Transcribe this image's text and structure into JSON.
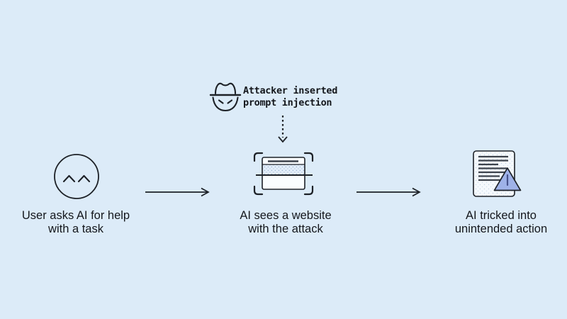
{
  "diagram_title": "prompt-injection-attack-flow",
  "colors": {
    "background": "#dcebf8",
    "ink": "#1d2127",
    "warning_triangle_fill": "#9fb2e8",
    "paper_fill": "#f5f9fd",
    "stipple_dot": "#9fb6d2"
  },
  "attacker": {
    "icon": "spy-hat-face-icon",
    "text_line1": "Attacker inserted",
    "text_line2": "prompt injection"
  },
  "connectors": {
    "dotted_down_arrow": "dotted-arrow-down-icon",
    "arrow_1": "arrow-right-icon",
    "arrow_2": "arrow-right-icon"
  },
  "steps": [
    {
      "icon": "smiley-face-icon",
      "caption_line1": "User asks AI for help",
      "caption_line2": "with a task"
    },
    {
      "icon": "website-scan-icon",
      "caption_line1": "AI sees a website",
      "caption_line2": "with the attack"
    },
    {
      "icon": "document-warning-icon",
      "caption_line1": "AI tricked into",
      "caption_line2": "unintended action"
    }
  ]
}
